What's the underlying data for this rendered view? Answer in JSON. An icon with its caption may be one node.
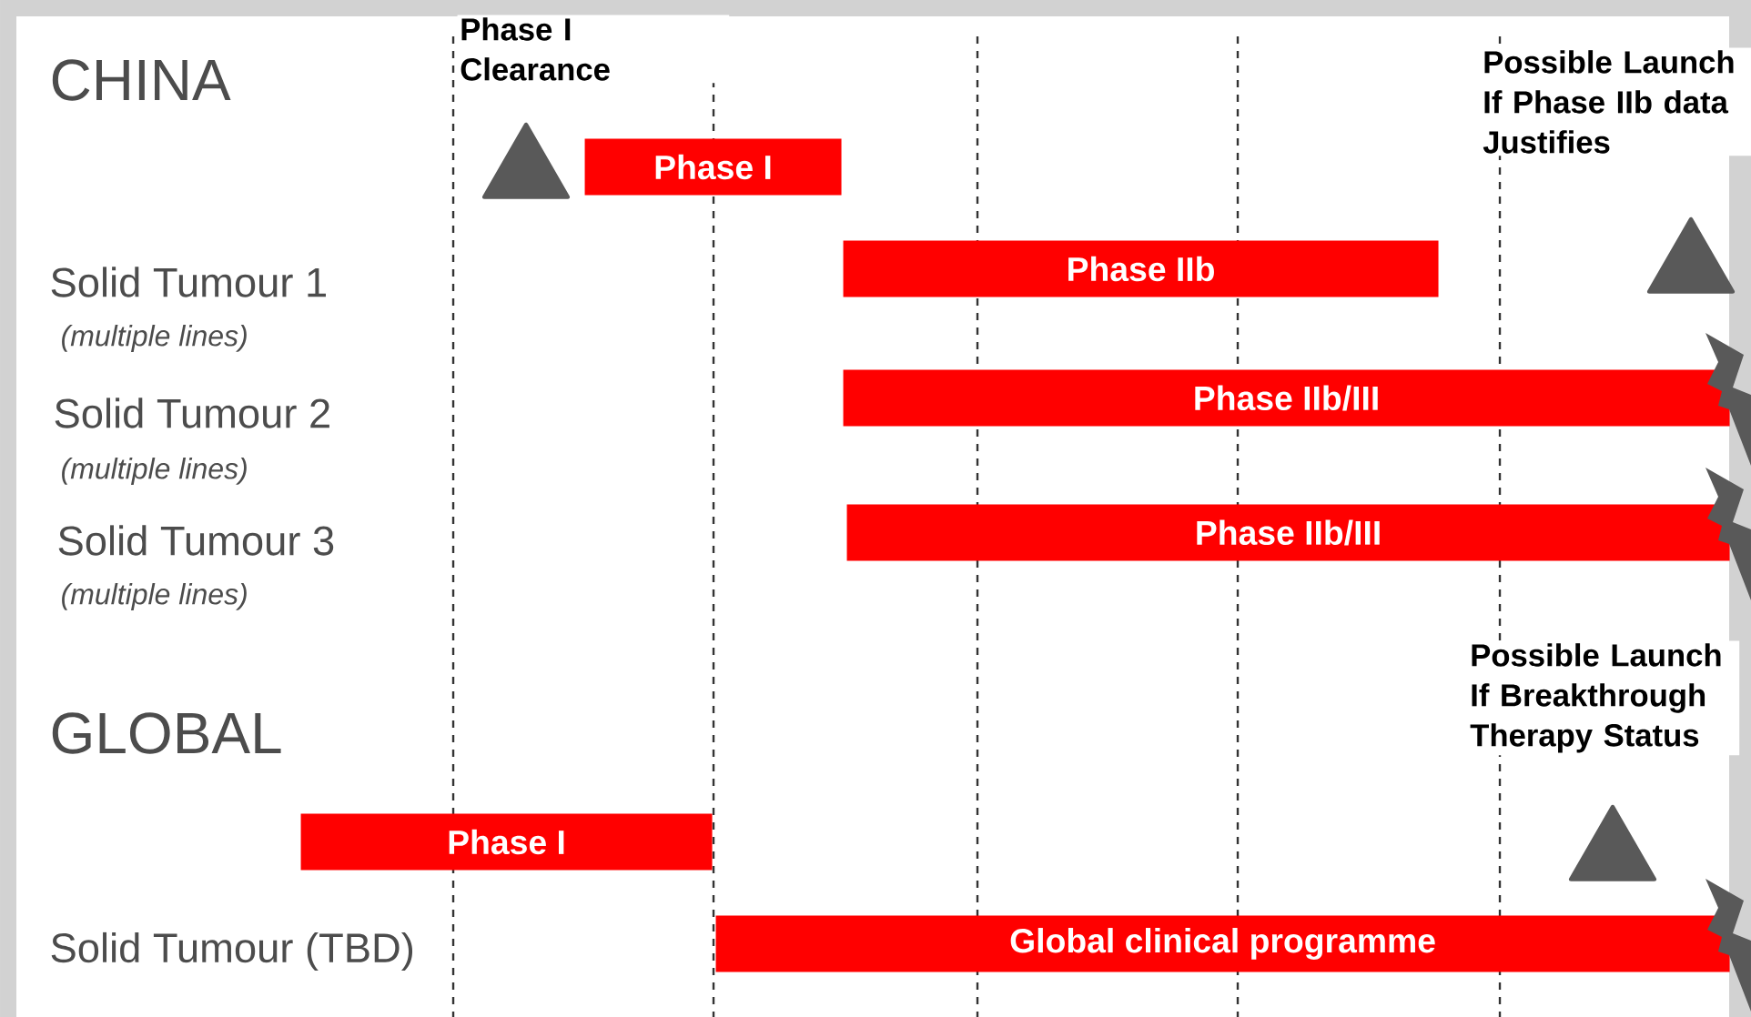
{
  "diagram": {
    "nodes": [
      {
        "text": [
          "Phase I"
        ]
      },
      {
        "text": [
          "Phase IIb"
        ]
      },
      {
        "text": [
          "Phase IIb/III"
        ]
      },
      {
        "text": [
          "Phase IIb/III"
        ]
      },
      {
        "text": [
          "Phase I"
        ]
      },
      {
        "text": [
          "Global clinical programme"
        ]
      },
      {
        "text": [],
        "shape": "triangle",
        "beside": [
          "Phase I Clearance"
        ]
      },
      {
        "text": [],
        "shape": "triangle",
        "beside": [
          "Possible Launch If Phase IIb data Justifies"
        ]
      },
      {
        "text": [],
        "shape": "triangle",
        "beside": [
          "Possible Launch If Breakthrough Therapy Status"
        ]
      }
    ],
    "labels": [
      "CHINA",
      "Solid Tumour 1",
      "(multiple lines)",
      "Solid Tumour 2",
      "(multiple lines)",
      "Solid Tumour 3",
      "(multiple lines)",
      "GLOBAL",
      "Solid Tumour (TBD)"
    ]
  }
}
